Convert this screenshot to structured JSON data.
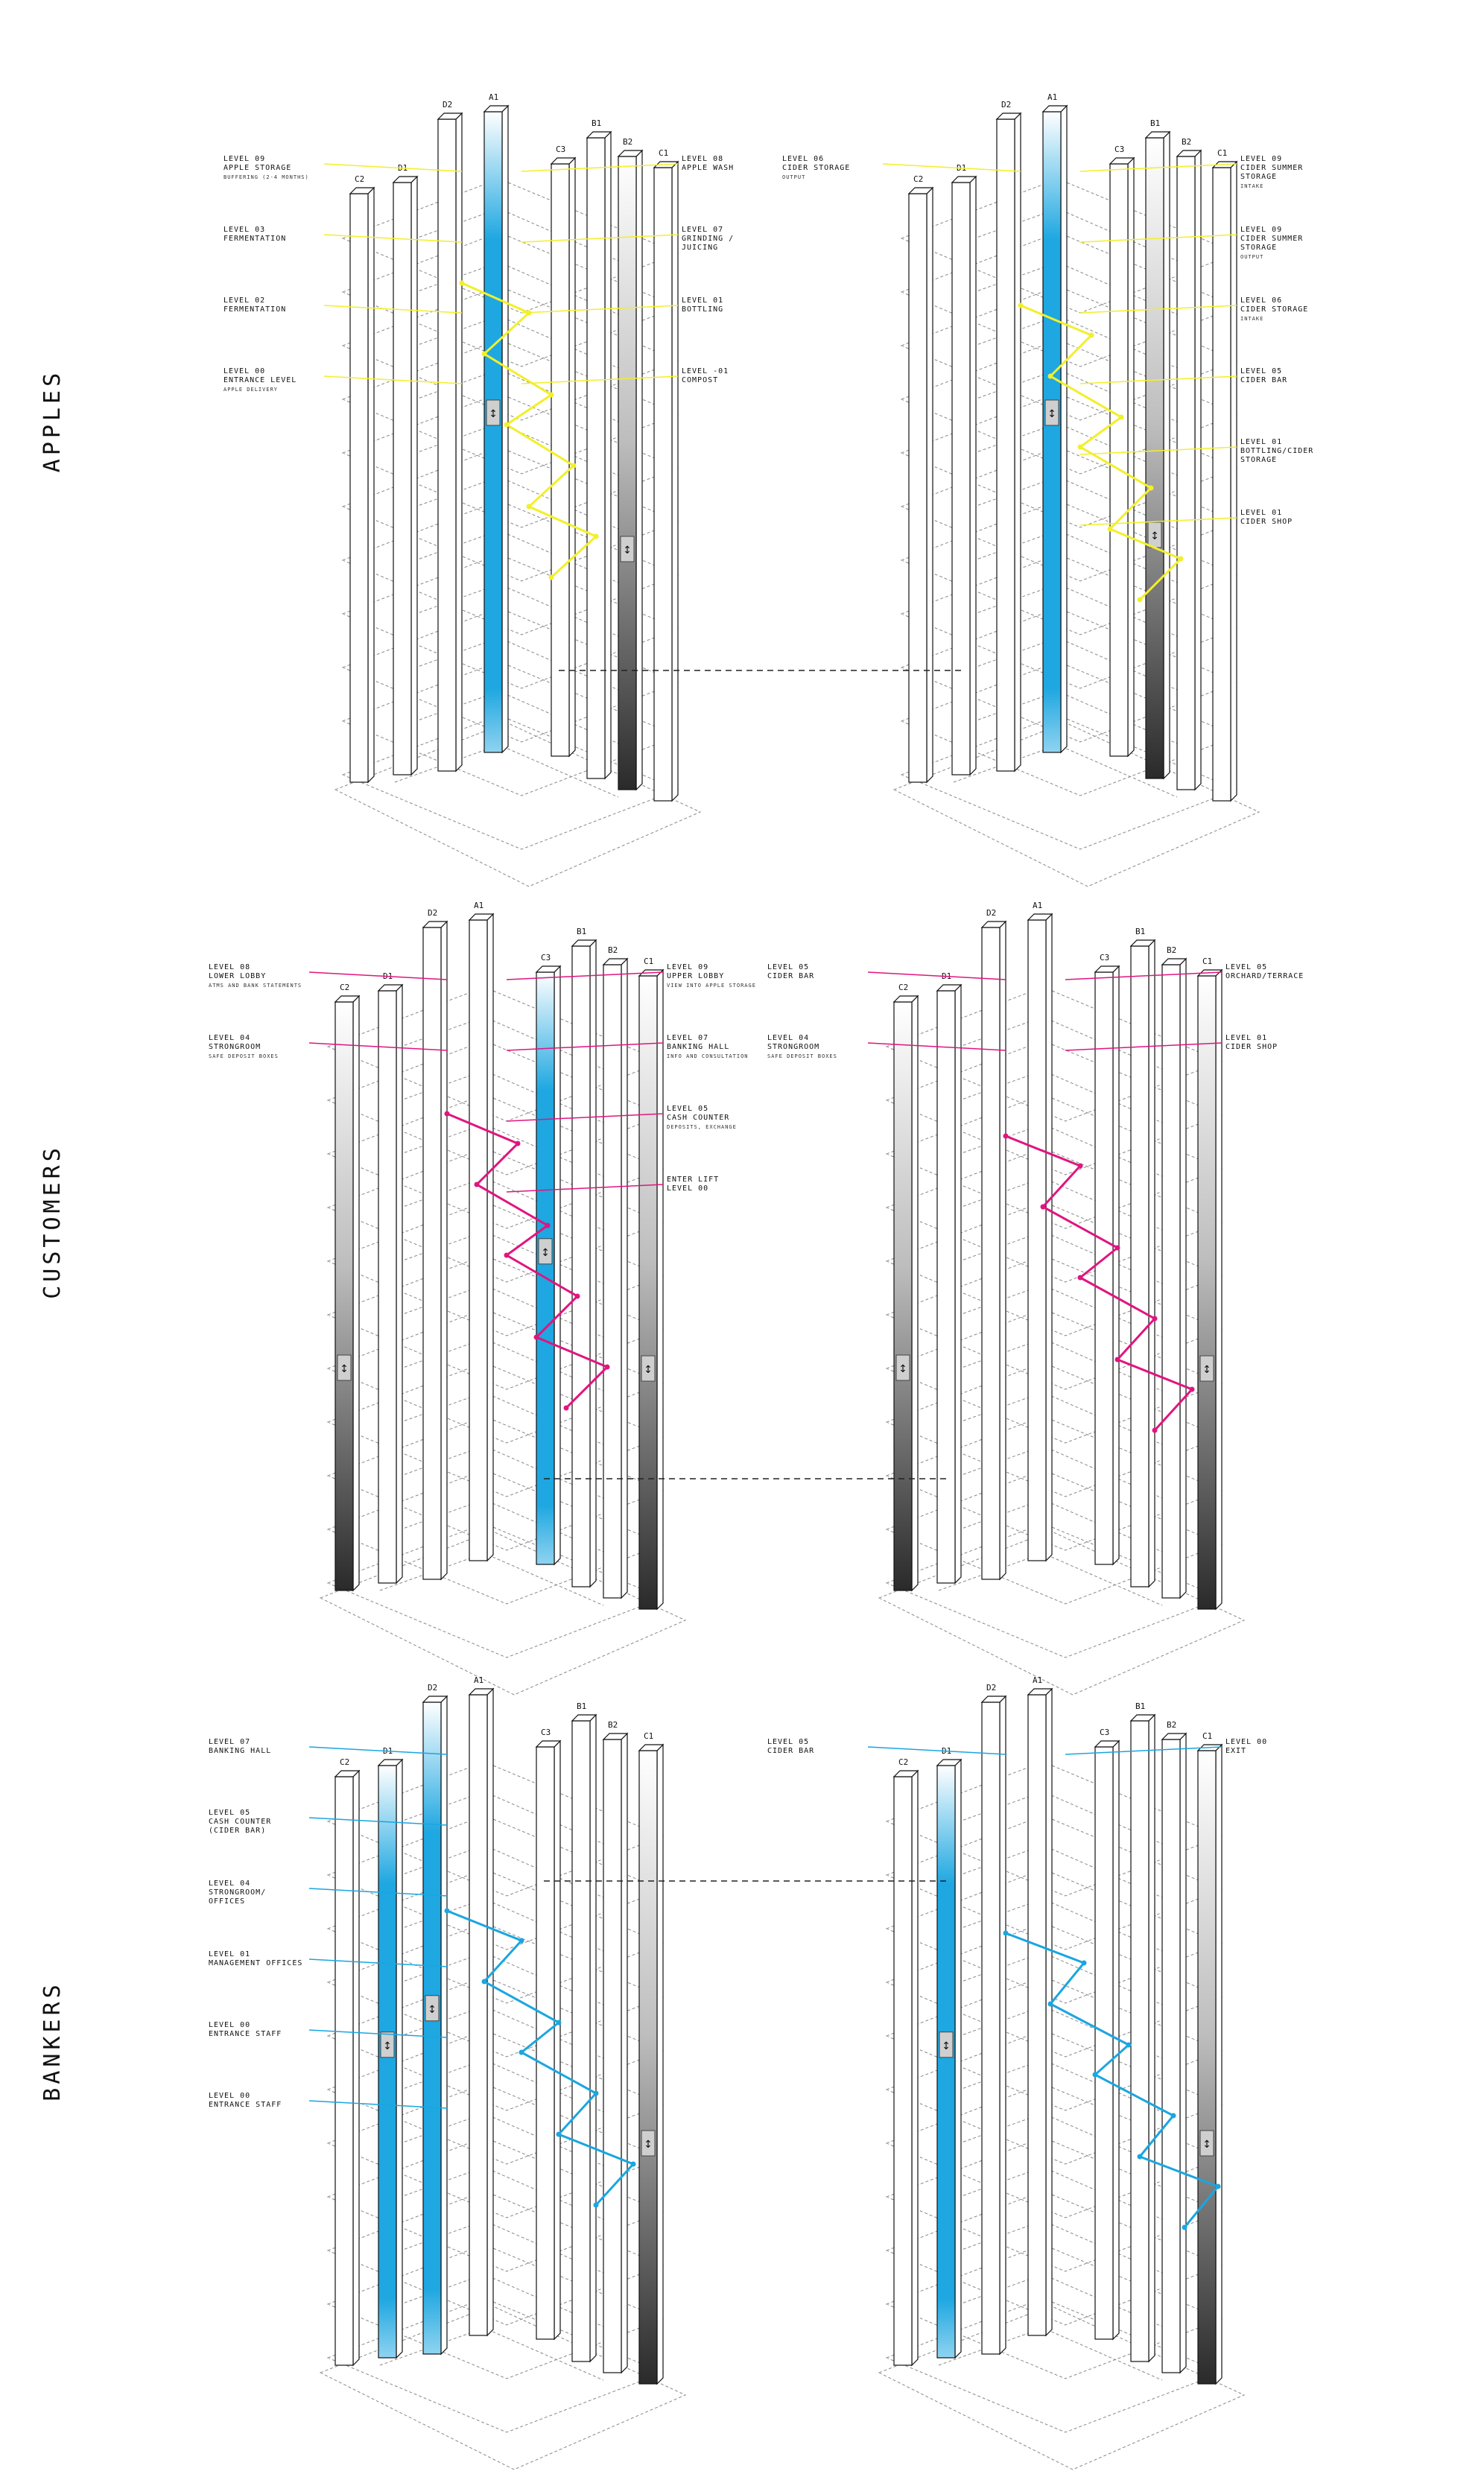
{
  "rows": [
    {
      "title": "APPLES",
      "route_color": "#f2ef2b",
      "towers": [
        {
          "shafts": [
            "A1",
            "D2",
            "D1",
            "C2",
            "C3",
            "B1",
            "B2",
            "C1"
          ],
          "highlight": {
            "A1": "blue",
            "B2": "gray"
          },
          "annotations": [
            {
              "side": "left",
              "lines": [
                "LEVEL 09",
                "APPLE STORAGE"
              ],
              "sub": "BUFFERING (2-4 MONTHS)"
            },
            {
              "side": "right",
              "lines": [
                "LEVEL 08",
                "APPLE WASH"
              ],
              "sub": ""
            },
            {
              "side": "right",
              "lines": [
                "LEVEL 07",
                "GRINDING /",
                "JUICING"
              ],
              "sub": ""
            },
            {
              "side": "left",
              "lines": [
                "LEVEL 03",
                "FERMENTATION"
              ],
              "sub": ""
            },
            {
              "side": "left",
              "lines": [
                "LEVEL 02",
                "FERMENTATION"
              ],
              "sub": ""
            },
            {
              "side": "right",
              "lines": [
                "LEVEL 01",
                "BOTTLING"
              ],
              "sub": ""
            },
            {
              "side": "left",
              "lines": [
                "LEVEL 00",
                "ENTRANCE LEVEL"
              ],
              "sub": "APPLE DELIVERY"
            },
            {
              "side": "right",
              "lines": [
                "LEVEL -01",
                "COMPOST"
              ],
              "sub": ""
            }
          ]
        },
        {
          "shafts": [
            "A1",
            "D2",
            "D1",
            "C2",
            "C3",
            "B1",
            "B2",
            "C1"
          ],
          "highlight": {
            "A1": "blue",
            "B1": "gray"
          },
          "annotations": [
            {
              "side": "right",
              "lines": [
                "LEVEL 09",
                "CIDER SUMMER",
                "STORAGE"
              ],
              "sub": "INTAKE"
            },
            {
              "side": "right",
              "lines": [
                "LEVEL 09",
                "CIDER SUMMER",
                "STORAGE"
              ],
              "sub": "OUTPUT"
            },
            {
              "side": "left",
              "lines": [
                "LEVEL 06",
                "CIDER STORAGE"
              ],
              "sub": "OUTPUT"
            },
            {
              "side": "right",
              "lines": [
                "LEVEL 06",
                "CIDER STORAGE"
              ],
              "sub": "INTAKE"
            },
            {
              "side": "right",
              "lines": [
                "LEVEL 05",
                "CIDER BAR"
              ],
              "sub": ""
            },
            {
              "side": "right",
              "lines": [
                "LEVEL 01",
                "BOTTLING/CIDER",
                "STORAGE"
              ],
              "sub": ""
            },
            {
              "side": "right",
              "lines": [
                "LEVEL 01",
                "CIDER SHOP"
              ],
              "sub": ""
            }
          ]
        }
      ]
    },
    {
      "title": "CUSTOMERS",
      "route_color": "#e0157f",
      "towers": [
        {
          "shafts": [
            "A1",
            "D2",
            "D1",
            "C2",
            "C3",
            "B1",
            "B2",
            "C1"
          ],
          "highlight": {
            "C3": "blue",
            "C2": "gray",
            "C1": "gray"
          },
          "annotations": [
            {
              "side": "right",
              "lines": [
                "LEVEL 09",
                "UPPER LOBBY"
              ],
              "sub": "VIEW INTO APPLE STORAGE"
            },
            {
              "side": "left",
              "lines": [
                "LEVEL 08",
                "LOWER LOBBY"
              ],
              "sub": "ATMS AND BANK STATEMENTS"
            },
            {
              "side": "right",
              "lines": [
                "LEVEL 07",
                "BANKING HALL"
              ],
              "sub": "INFO AND CONSULTATION"
            },
            {
              "side": "right",
              "lines": [
                "LEVEL 05",
                "CASH COUNTER"
              ],
              "sub": "DEPOSITS, EXCHANGE"
            },
            {
              "side": "left",
              "lines": [
                "LEVEL 04",
                "STRONGROOM"
              ],
              "sub": "SAFE DEPOSIT BOXES"
            },
            {
              "side": "right",
              "lines": [
                "ENTER LIFT",
                "LEVEL 00"
              ],
              "sub": ""
            }
          ]
        },
        {
          "shafts": [
            "A1",
            "D2",
            "D1",
            "C2",
            "C3",
            "B1",
            "B2",
            "C1"
          ],
          "highlight": {
            "C2": "gray",
            "C1": "gray"
          },
          "annotations": [
            {
              "side": "left",
              "lines": [
                "LEVEL 05",
                "CIDER BAR"
              ],
              "sub": ""
            },
            {
              "side": "right",
              "lines": [
                "LEVEL 05",
                "ORCHARD/TERRACE"
              ],
              "sub": ""
            },
            {
              "side": "left",
              "lines": [
                "LEVEL 04",
                "STRONGROOM"
              ],
              "sub": "SAFE DEPOSIT BOXES"
            },
            {
              "side": "right",
              "lines": [
                "LEVEL 01",
                "CIDER SHOP"
              ],
              "sub": ""
            }
          ]
        }
      ]
    },
    {
      "title": "BANKERS",
      "route_color": "#1aa6e0",
      "towers": [
        {
          "shafts": [
            "A1",
            "D2",
            "D1",
            "C2",
            "C3",
            "B1",
            "B2",
            "C1"
          ],
          "highlight": {
            "D1": "blue",
            "D2": "blue",
            "C1": "gray"
          },
          "annotations": [
            {
              "side": "left",
              "lines": [
                "LEVEL 07",
                "BANKING HALL"
              ],
              "sub": ""
            },
            {
              "side": "left",
              "lines": [
                "LEVEL 05",
                "CASH COUNTER",
                "(CIDER BAR)"
              ],
              "sub": ""
            },
            {
              "side": "left",
              "lines": [
                "LEVEL 04",
                "STRONGROOM/",
                "OFFICES"
              ],
              "sub": ""
            },
            {
              "side": "left",
              "lines": [
                "LEVEL 01",
                "MANAGEMENT OFFICES"
              ],
              "sub": ""
            },
            {
              "side": "left",
              "lines": [
                "LEVEL 00",
                "ENTRANCE STAFF"
              ],
              "sub": ""
            },
            {
              "side": "left",
              "lines": [
                "LEVEL 00",
                "ENTRANCE STAFF"
              ],
              "sub": ""
            }
          ]
        },
        {
          "shafts": [
            "A1",
            "D2",
            "D1",
            "C2",
            "C3",
            "B1",
            "B2",
            "C1"
          ],
          "highlight": {
            "D1": "blue",
            "C1": "gray"
          },
          "annotations": [
            {
              "side": "left",
              "lines": [
                "LEVEL 05",
                "CIDER BAR"
              ],
              "sub": ""
            },
            {
              "side": "right",
              "lines": [
                "LEVEL 00",
                "EXIT"
              ],
              "sub": ""
            }
          ]
        }
      ]
    }
  ]
}
